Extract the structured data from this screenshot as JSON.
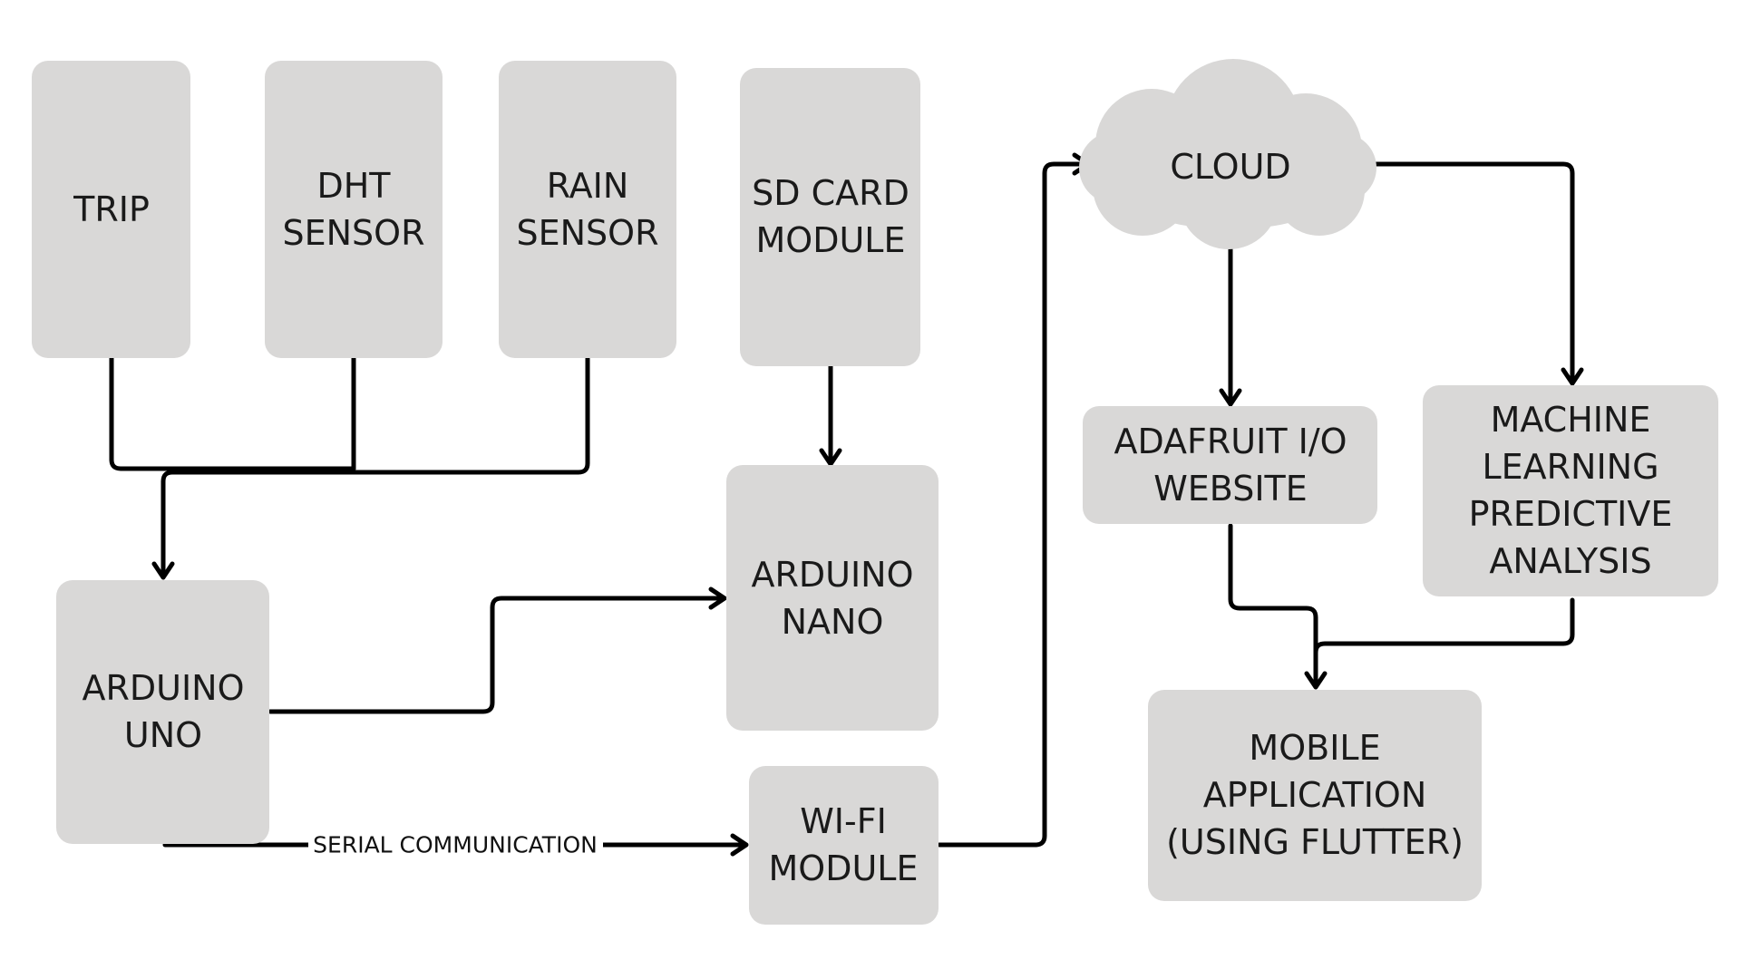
{
  "nodes": {
    "trip": {
      "lines": [
        "TRIP"
      ]
    },
    "dht_sensor": {
      "lines": [
        "DHT",
        "SENSOR"
      ]
    },
    "rain_sensor": {
      "lines": [
        "RAIN",
        "SENSOR"
      ]
    },
    "sd_card_module": {
      "lines": [
        "SD CARD",
        "MODULE"
      ]
    },
    "arduino_nano": {
      "lines": [
        "ARDUINO",
        "NANO"
      ]
    },
    "arduino_uno": {
      "lines": [
        "ARDUINO",
        "UNO"
      ]
    },
    "wifi_module": {
      "lines": [
        "WI-FI",
        "MODULE"
      ]
    },
    "cloud": {
      "lines": [
        "CLOUD"
      ]
    },
    "adafruit_website": {
      "lines": [
        "ADAFRUIT I/O",
        "WEBSITE"
      ]
    },
    "ml_analysis": {
      "lines": [
        "MACHINE",
        "LEARNING",
        "PREDICTIVE",
        "ANALYSIS"
      ]
    },
    "mobile_app": {
      "lines": [
        "MOBILE",
        "APPLICATION",
        "(USING FLUTTER)"
      ]
    }
  },
  "edges": {
    "serial_label": "SERIAL COMMUNICATION"
  },
  "colors": {
    "node_fill": "#d9d8d7",
    "edge_stroke": "#000000",
    "text": "#1a1a1a",
    "background": "#ffffff"
  }
}
